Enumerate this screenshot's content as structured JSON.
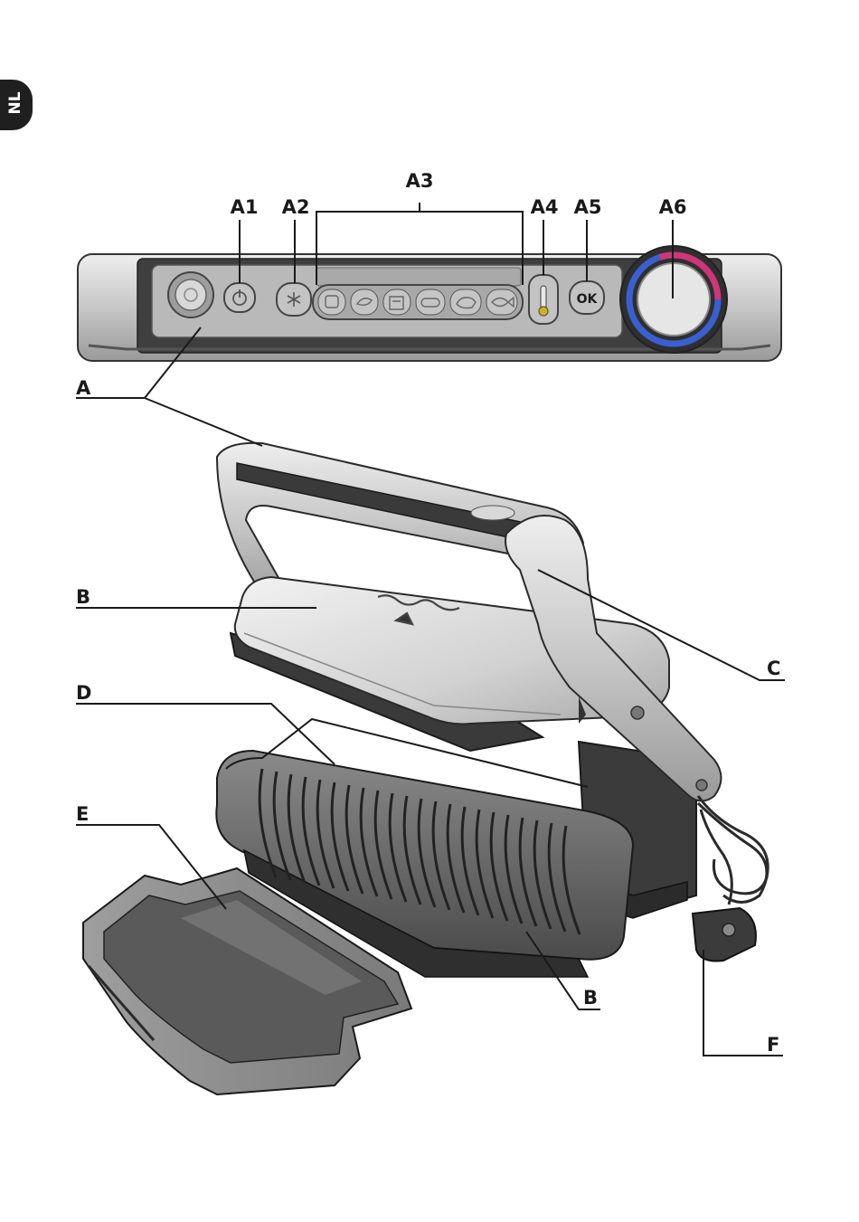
{
  "language_tab": "NL",
  "labels": {
    "a": "A",
    "a1": "A1",
    "a2": "A2",
    "a3": "A3",
    "a4": "A4",
    "a5": "A5",
    "a6": "A6",
    "b_top": "B",
    "b_bottom": "B",
    "c": "C",
    "d": "D",
    "e": "E",
    "f": "F"
  },
  "panel": {
    "ok_label": "OK"
  },
  "colors": {
    "line": "#1a1a1a",
    "metal": "#c9c9c9",
    "dark": "#4a4a4a",
    "dial_ring_blue": "#3a5fd0",
    "dial_ring_magenta": "#d0357a"
  }
}
